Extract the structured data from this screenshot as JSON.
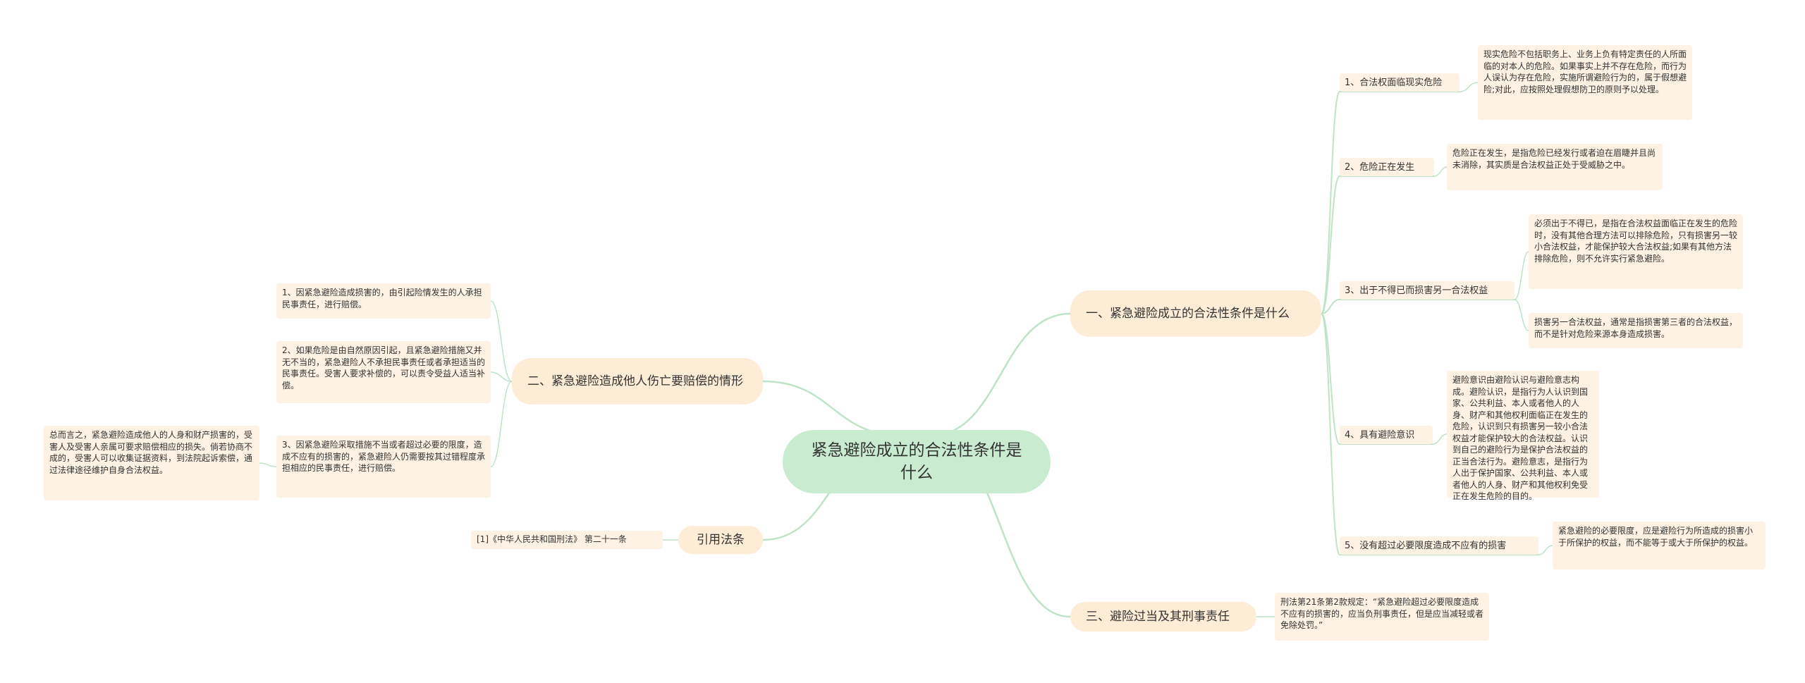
{
  "root": {
    "title": "紧急避险成立的合法性条件是什么"
  },
  "right": {
    "conditions": {
      "title": "一、紧急避险成立的合法性条件是什么",
      "items": [
        {
          "label": "1、合法权面临现实危险",
          "details": [
            "现实危险不包括职务上、业务上负有特定责任的人所面临的对本人的危险。如果事实上并不存在危险，而行为人误认为存在危险，实施所谓避险行为的，属于假想避险;对此，应按照处理假想防卫的原则予以处理。"
          ]
        },
        {
          "label": "2、危险正在发生",
          "details": [
            "危险正在发生，是指危险已经发行或者迫在眉睫并且尚未消除，其实质是合法权益正处于受威胁之中。"
          ]
        },
        {
          "label": "3、出于不得已而损害另一合法权益",
          "details": [
            "必须出于不得已，是指在合法权益面临正在发生的危险时，没有其他合理方法可以排除危险，只有损害另一较小合法权益，才能保护较大合法权益;如果有其他方法排除危险，则不允许实行紧急避险。",
            "损害另一合法权益，通常是指损害第三者的合法权益，而不是针对危险来源本身造成损害。"
          ]
        },
        {
          "label": "4、具有避险意识",
          "details": [
            "避险意识由避险认识与避险意志构成。避险认识，是指行为人认识到国家、公共利益、本人或者他人的人身、财产和其他权利面临正在发生的危险，认识到只有损害另一较小合法权益才能保护较大的合法权益。认识到自己的避险行为是保护合法权益的正当合法行为。避险意志，是指行为人出于保护国家、公共利益、本人或者他人的人身、财产和其他权利免受正在发生危险的目的。"
          ]
        },
        {
          "label": "5、没有超过必要限度造成不应有的损害",
          "details": [
            "紧急避险的必要限度，应是避险行为所造成的损害小于所保护的权益，而不能等于或大于所保护的权益。"
          ]
        }
      ]
    },
    "excess": {
      "title": "三、避险过当及其刑事责任",
      "detail": "刑法第21条第2款规定：“紧急避险超过必要限度造成不应有的损害的，应当负刑事责任，但是应当减轻或者免除处罚。”"
    }
  },
  "left": {
    "compensation": {
      "title": "二、紧急避险造成他人伤亡要赔偿的情形",
      "items": [
        "1、因紧急避险造成损害的，由引起险情发生的人承担民事责任，进行赔偿。",
        "2、如果危险是由自然原因引起，且紧急避险措施又并无不当的，紧急避险人不承担民事责任或者承担适当的民事责任。受害人要求补偿的，可以责令受益人适当补偿。",
        "3、因紧急避险采取措施不当或者超过必要的限度，造成不应有的损害的，紧急避险人仍需要按其过错程度承担相应的民事责任，进行赔偿。"
      ],
      "summary": "总而言之，紧急避险造成他人的人身和财产损害的，受害人及受害人亲属可要求赔偿相应的损失。倘若协商不成的，受害人可以收集证据资料，到法院起诉索偿，通过法律途径维护自身合法权益。"
    },
    "citation": {
      "title": "引用法条",
      "detail": "[1]《中华人民共和国刑法》 第二十一条"
    }
  },
  "colors": {
    "link": "#bfe3c6",
    "root": "#c9ecd0",
    "branch": "#fdecd6",
    "leaf": "#fdf2e3"
  }
}
